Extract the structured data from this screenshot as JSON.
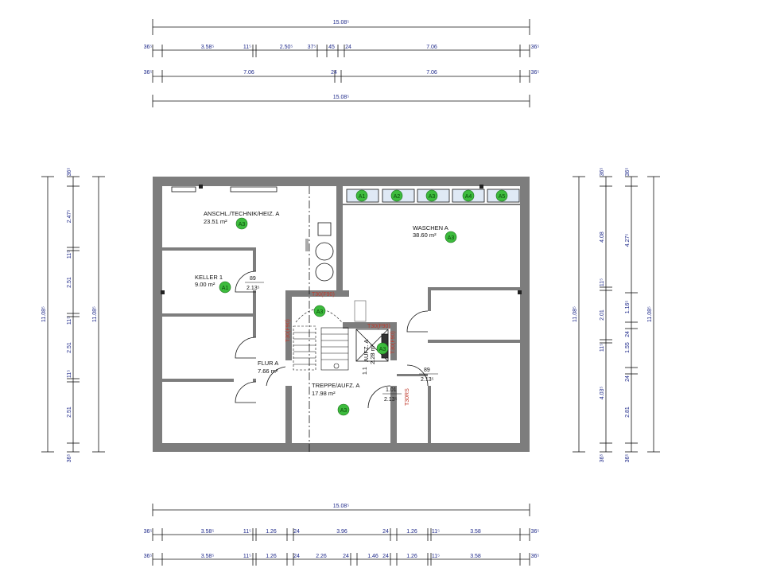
{
  "dims_top": {
    "overall": "15.08⁵",
    "row1": [
      "36⁵",
      "3.58⁵",
      "11⁵",
      "2.50⁵",
      "37⁵",
      "45",
      "24",
      "7.06",
      "36⁵"
    ],
    "row2": [
      "36⁵",
      "7.06",
      "24",
      "7.06",
      "36⁵"
    ],
    "overall_bottom": "15.08⁵"
  },
  "dims_bottom": {
    "overall": "15.08⁵",
    "row1": [
      "36⁵",
      "3.58⁵",
      "11⁵",
      "1.26",
      "24",
      "3.96",
      "24",
      "1.26",
      "11⁵",
      "3.58",
      "36⁵"
    ],
    "row2": [
      "36⁵",
      "3.58⁵",
      "11⁵",
      "1.26",
      "24",
      "2.26",
      "24",
      "1.46",
      "24",
      "1.26",
      "11⁵",
      "3.58",
      "36⁵"
    ]
  },
  "dims_left": {
    "inner": [
      "36⁵",
      "2.47⁵",
      "11⁵",
      "2.51",
      "11⁵",
      "2.51",
      "11⁵",
      "2.51",
      "36⁵"
    ],
    "overall_a": "11.08⁵",
    "overall_b": "11.08⁵"
  },
  "dims_right": {
    "col_a": [
      "36⁵",
      "4.08",
      "11⁵",
      "2.01",
      "11⁵",
      "4.03⁵",
      "36⁵"
    ],
    "col_b": [
      "36⁵",
      "4.27⁵",
      "1.16⁵",
      "24",
      "1.55",
      "24",
      "2.81",
      "36⁵"
    ],
    "overall_a": "11.08⁵",
    "overall_b": "11.08⁵"
  },
  "rooms": {
    "technik": {
      "name": "ANSCHL./TECHNIK/HEIZ. A",
      "area": "23.51 m²"
    },
    "waschen": {
      "name": "WASCHEN A",
      "area": "38.60 m²"
    },
    "keller": {
      "name": "KELLER 1",
      "area": "9.00 m²"
    },
    "flur": {
      "name": "FLUR A",
      "area": "7.66 m²"
    },
    "treppe": {
      "name": "TREPPE/AUFZ. A",
      "area": "17.98 m²"
    },
    "aufz": {
      "name": "AUFZ. A",
      "area": "2.28 m²"
    }
  },
  "openings": {
    "keller_door": {
      "w": "89",
      "h": "2.13⁵"
    },
    "waschen_door": {
      "w": "89",
      "h": "2.13⁵"
    },
    "treppe_door": {
      "w": "1.01",
      "h": "2.13⁵"
    },
    "aufz_dim": "1.1"
  },
  "fire_labels": {
    "top": "T30(F90)",
    "left": "T30(F90)",
    "lift": "T30(F90)",
    "lift_side": "T30(F90)",
    "door_side": "T30RS"
  },
  "tags": {
    "a1": "A1",
    "a2": "A2",
    "a3": "A3",
    "a4": "A4",
    "a5": "A5"
  },
  "colors": {
    "wall": "#7d7d7d",
    "dim": "#1f2a8a",
    "tag_fill": "#3dbb3d",
    "red": "#c0392b"
  }
}
